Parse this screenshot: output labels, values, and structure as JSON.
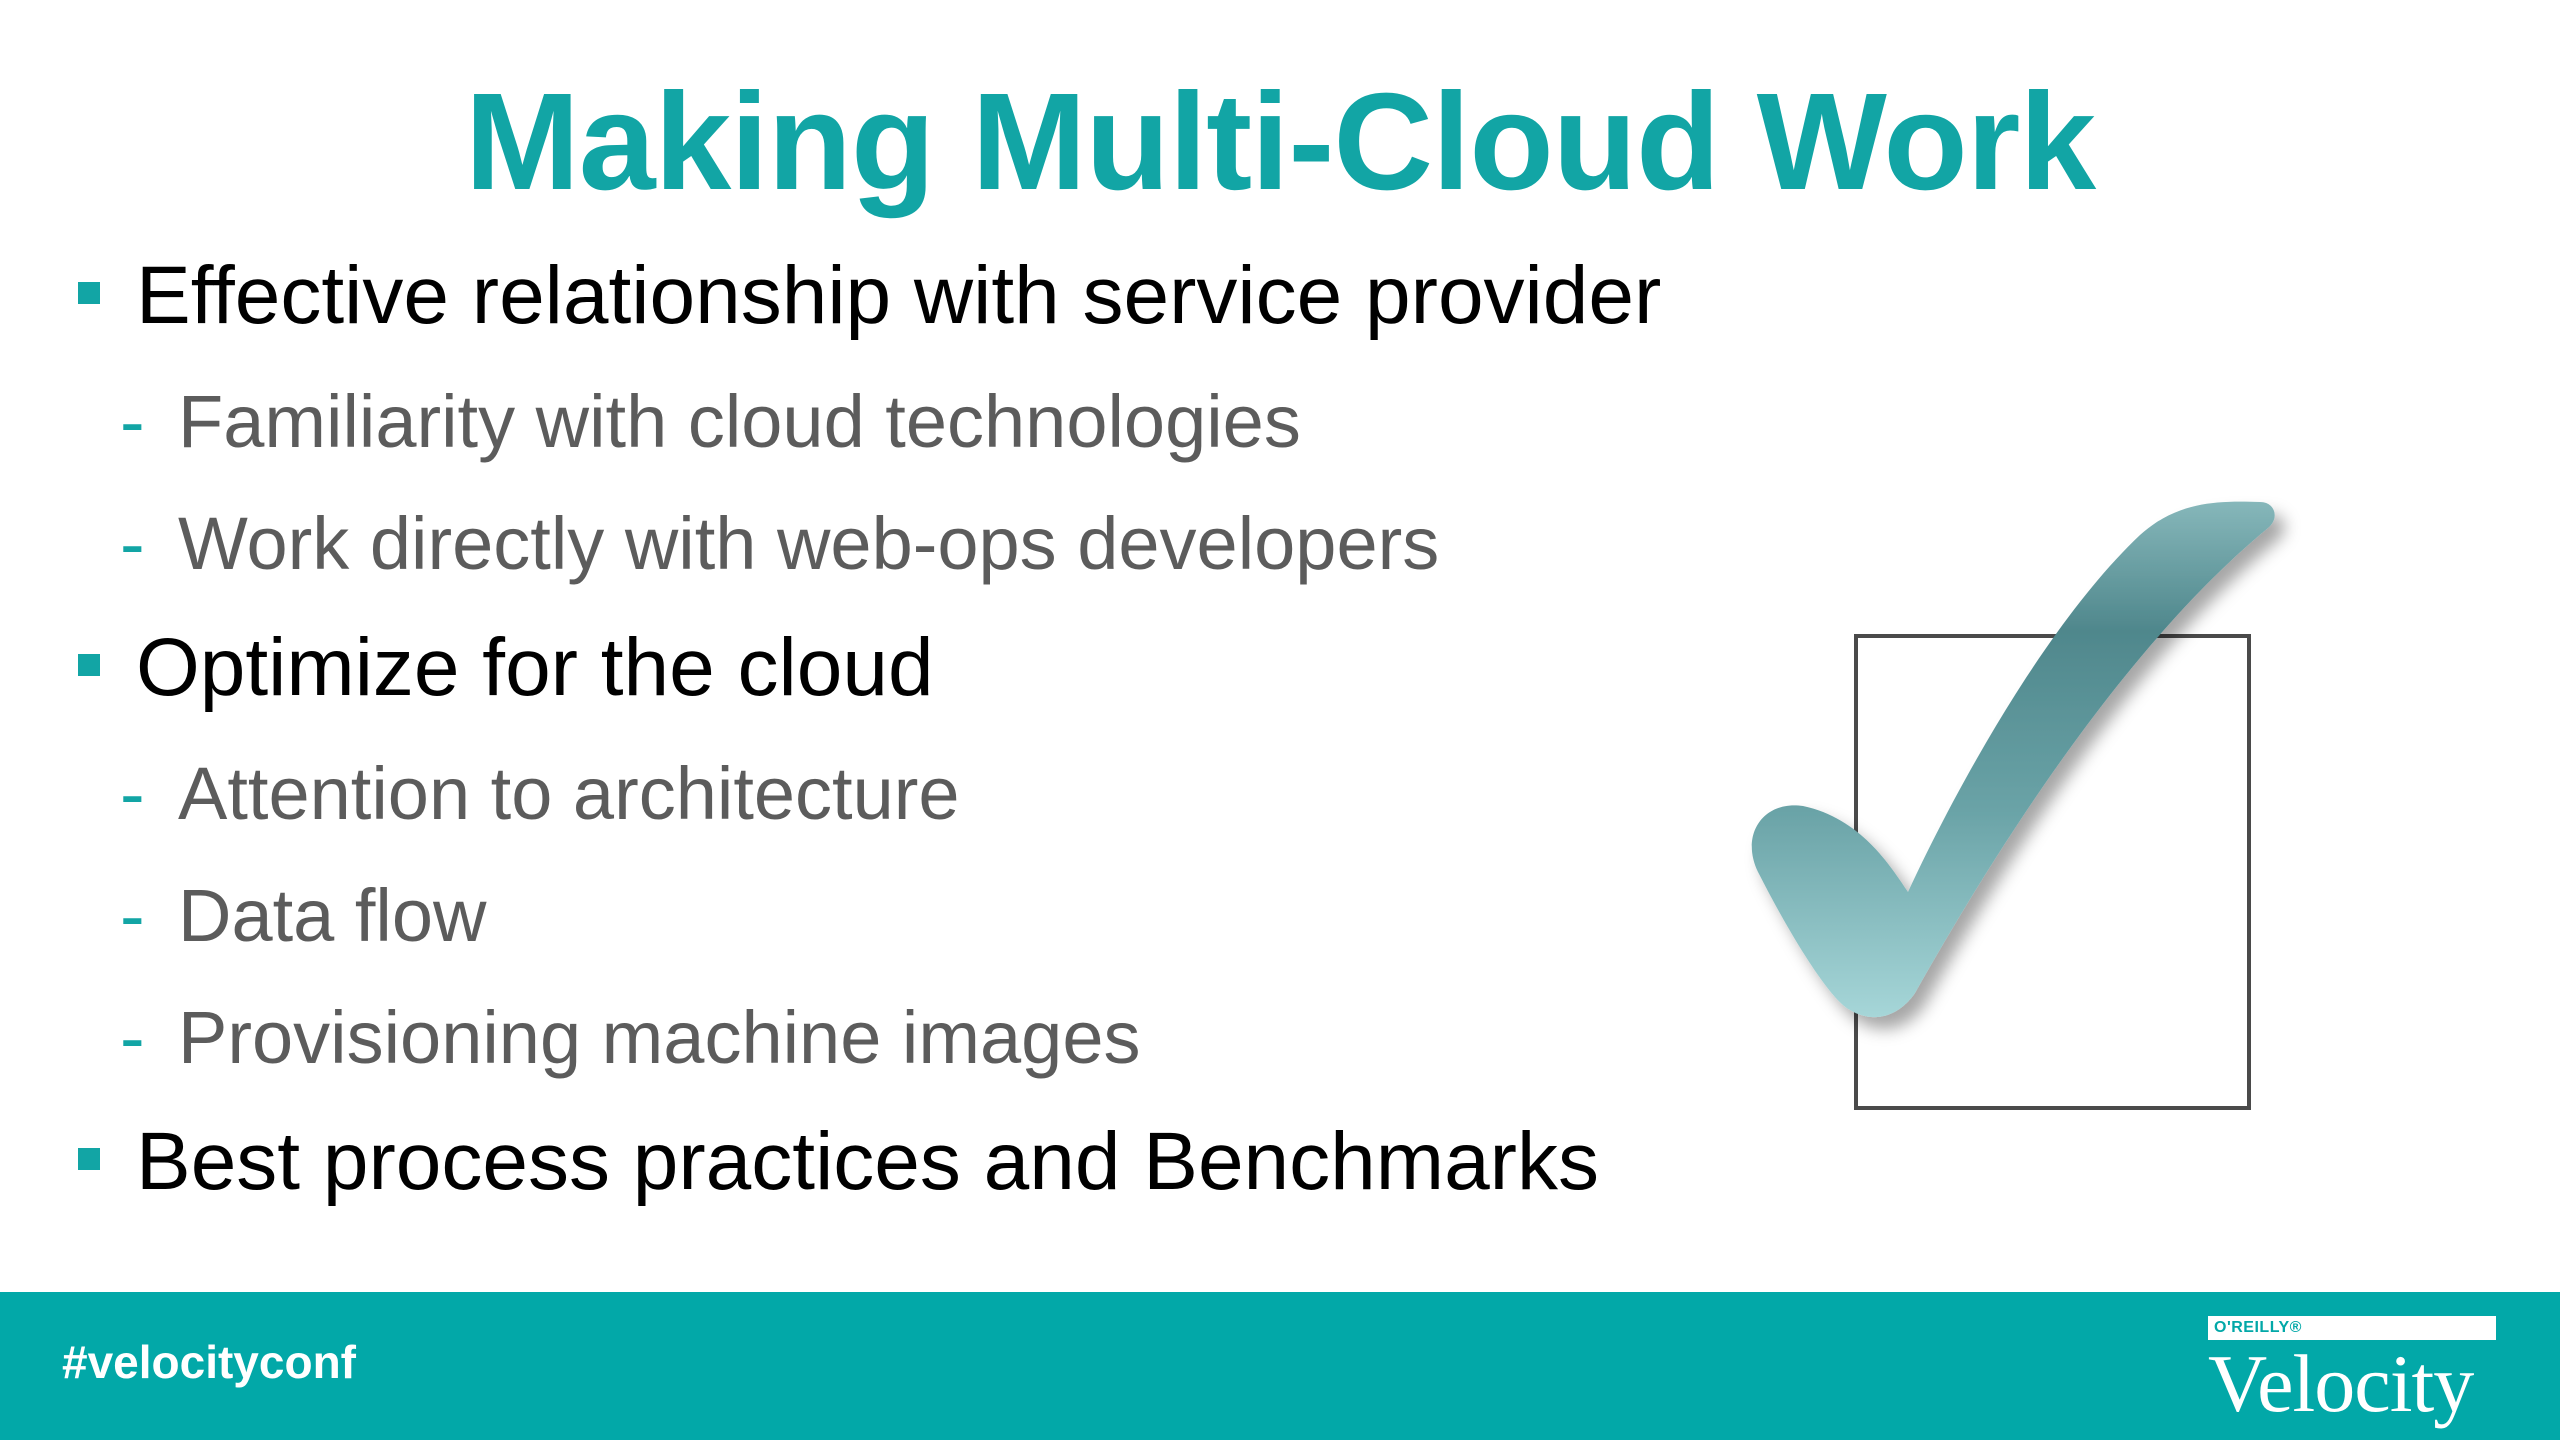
{
  "slide": {
    "title": "Making Multi-Cloud Work",
    "bullets": [
      {
        "level": 1,
        "text": "Effective relationship with service provider"
      },
      {
        "level": 2,
        "marker": "-",
        "text": "Familiarity with cloud technologies"
      },
      {
        "level": 2,
        "marker": "-",
        "text": "Work directly with web-ops developers"
      },
      {
        "level": 1,
        "text": "Optimize for the cloud"
      },
      {
        "level": 2,
        "marker": "-",
        "text": "Attention to architecture"
      },
      {
        "level": 2,
        "marker": "-",
        "text": "Data flow"
      },
      {
        "level": 2,
        "marker": "-",
        "text": "Provisioning machine images"
      },
      {
        "level": 1,
        "text": "Best process practices and Benchmarks"
      }
    ],
    "graphic": {
      "icon": "checkmark-in-box-icon",
      "check_color": "#5c9da1",
      "box_color": "#4a4a4a"
    }
  },
  "footer": {
    "hashtag": "#velocityconf",
    "logo": {
      "publisher": "O'REILLY®",
      "product": "Velocity"
    }
  },
  "colors": {
    "accent": "#12a5a5",
    "footer_bg": "#02a8a8",
    "level1_text": "#000000",
    "level2_text": "#5c5c5c"
  }
}
